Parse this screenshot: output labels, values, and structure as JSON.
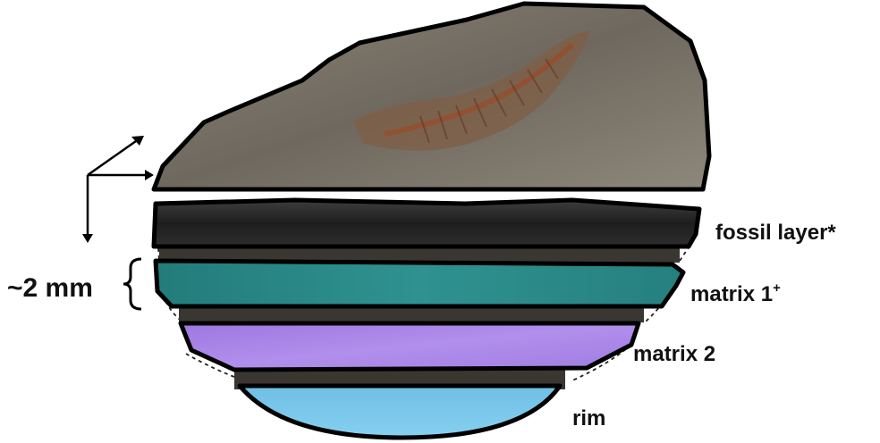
{
  "labels": {
    "scale": "~2 mm",
    "fossil_layer": "fossil layer*",
    "matrix1": "matrix 1",
    "matrix1_sup": "+",
    "matrix2": "matrix 2",
    "rim": "rim"
  },
  "colors": {
    "slab": "#7d766b",
    "slab_dark": "#5a544c",
    "fossil": "#8a4e2f",
    "fossil_layer": "#2a2a2a",
    "matrix1": "#2a8a88",
    "matrix2": "#a985e6",
    "rim": "#79c7ea",
    "gap": "#3a3733",
    "outline": "#000000"
  },
  "icons": [
    "axes-arrows-icon",
    "curly-brace-icon"
  ]
}
